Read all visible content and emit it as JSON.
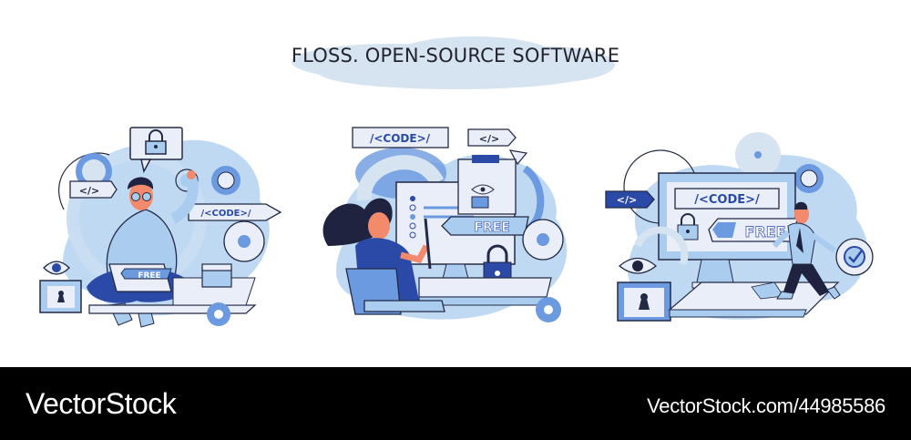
{
  "title": "FLOSS. OPEN-SOURCE SOFTWARE",
  "colors": {
    "title_text": "#23232f",
    "cloud_light": "#d6e3f0",
    "blue_light": "#a9ccef",
    "blue_mid": "#6b9ae0",
    "blue_dark": "#2b4aa8",
    "navy": "#1f2340",
    "outline": "#232a45",
    "skin": "#f28a6b",
    "panel": "#e9eef8",
    "footer_bg": "#000000",
    "footer_text": "#ffffff"
  },
  "scenes": [
    {
      "name": "developer-on-laptop",
      "labels": {
        "tag": "</>",
        "code": "/<CODE>/",
        "free": "FREE"
      },
      "icons": [
        "lock-icon",
        "gear-icon",
        "eye-icon",
        "keyhole-lock-icon",
        "laptop-icon",
        "box-icon"
      ]
    },
    {
      "name": "woman-at-monitor",
      "labels": {
        "code": "/<CODE>/",
        "tag": "</>",
        "free": "FREE"
      },
      "icons": [
        "refresh-arrow-icon",
        "clipboard-icon",
        "eye-icon",
        "padlock-icon",
        "gear-icon",
        "chair-icon",
        "monitor-icon"
      ]
    },
    {
      "name": "man-pushing-free-sign",
      "labels": {
        "tag": "</>",
        "code": "/<CODE>/",
        "free": "FREE"
      },
      "icons": [
        "monitor-icon",
        "lock-icon",
        "eye-icon",
        "keyhole-lock-icon",
        "gear-check-icon",
        "pencil-icon"
      ]
    }
  ],
  "footer": {
    "brand": "VectorStock",
    "reference": "VectorStock.com/44985586"
  }
}
